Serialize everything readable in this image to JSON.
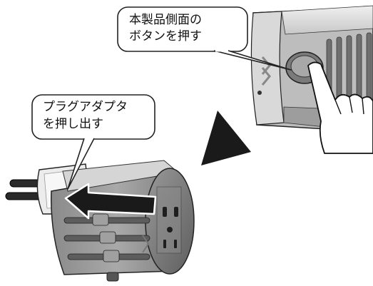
{
  "callouts": {
    "press_button": [
      "本製品側面の",
      "ボタンを押す"
    ],
    "push_out": [
      "プラグアダプタ",
      "を押し出す"
    ]
  },
  "colors": {
    "outline": "#222222",
    "device_light": "#c9c9c9",
    "device_mid": "#a6a6a6",
    "device_dark": "#6e6e6e",
    "arrow": "#1a1a1a"
  }
}
